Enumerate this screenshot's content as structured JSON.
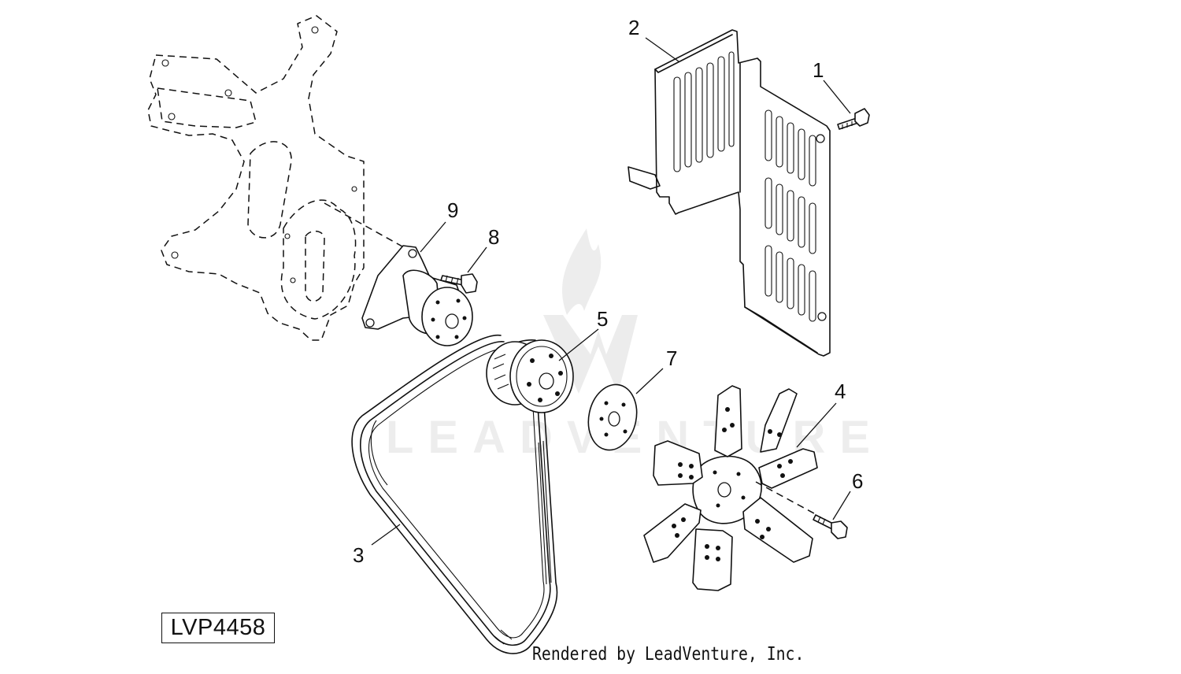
{
  "diagram": {
    "id_label": "LVP4458",
    "credit": "Rendered by LeadVenture, Inc.",
    "watermark": "LEADVENTURE",
    "callouts": [
      {
        "key": "1",
        "label": "1"
      },
      {
        "key": "2",
        "label": "2"
      },
      {
        "key": "3",
        "label": "3"
      },
      {
        "key": "4",
        "label": "4"
      },
      {
        "key": "5",
        "label": "5"
      },
      {
        "key": "6",
        "label": "6"
      },
      {
        "key": "7",
        "label": "7"
      },
      {
        "key": "8",
        "label": "8"
      },
      {
        "key": "9",
        "label": "9"
      }
    ],
    "parts": [
      {
        "name": "cap-screw",
        "callout": "1"
      },
      {
        "name": "fan-guard",
        "callout": "2"
      },
      {
        "name": "belt",
        "callout": "3"
      },
      {
        "name": "fan",
        "callout": "4"
      },
      {
        "name": "pulley",
        "callout": "5"
      },
      {
        "name": "cap-screw",
        "callout": "6"
      },
      {
        "name": "spacer",
        "callout": "7"
      },
      {
        "name": "cap-screw",
        "callout": "8"
      },
      {
        "name": "water-pump",
        "callout": "9"
      }
    ],
    "colors": {
      "line": "#111111",
      "background": "#ffffff"
    }
  }
}
